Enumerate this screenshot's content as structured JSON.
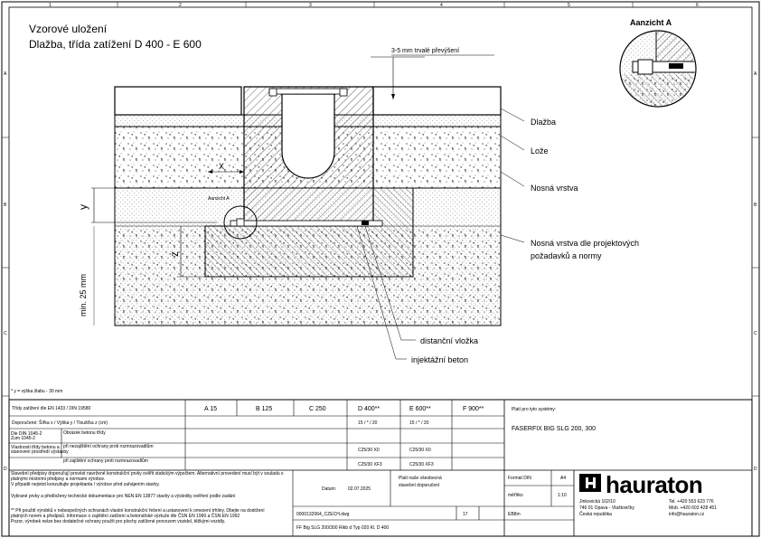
{
  "title": {
    "line1": "Vzorové uložení",
    "line2": "Dlažba, třída zatížení D 400 - E 600"
  },
  "detail": {
    "title": "Aanzicht A",
    "small_label": "Aanzicht A"
  },
  "frame": {
    "col_numbers": [
      "1",
      "2",
      "3",
      "4",
      "5",
      "6"
    ],
    "row_letters": [
      "A",
      "B",
      "C",
      "D"
    ]
  },
  "labels": {
    "overheight": "3-5 mm trvalé převýšení",
    "dlazba": "Dlažba",
    "loze": "Lože",
    "nosna": "Nosná vrstva",
    "nosna_proj_1": "Nosná vrstva dle projektových",
    "nosna_proj_2": "požadavků a normy",
    "distancni": "distanční vložka",
    "injektazni": "injektážní beton",
    "min25": "min. 25 mm",
    "x": "X",
    "y": "y",
    "z": "z",
    "footnote": "* y = výška žlabu - 30 mm"
  },
  "table": {
    "class_label": "Třídy zatížení dle EN 1433 / DIN 19580",
    "classes": [
      "A 15",
      "B 125",
      "C 250",
      "D 400**",
      "E 600**",
      "F 900**"
    ],
    "dimension_label": "Doporučené: Šířka x / Výška y / Tloušťka z (cm)",
    "dims": [
      "15 / * / 20",
      "15 / * / 20"
    ],
    "row_a_left_1": "Dle DIN 1045-2",
    "row_a_left_2": "Zum 1045-2",
    "row_a_note": "Obrázek betonu třídy",
    "row_b_left_1": "Vlastnosti třídy betonu a",
    "row_b_left_2": "stanovení prostředí výstavby",
    "row_b_note": "při nezajištění ochrany proti rozmrazovadlům",
    "row_b_vals": [
      "C25/30 X0",
      "C25/30 X0"
    ],
    "row_c_note": "při zajištění ochrany proti rozmrazovadlům",
    "row_c_vals": [
      "C25/30 XF3",
      "C25/30 XF3"
    ],
    "system_label": "Platí pro tyto systémy:",
    "system_value": "FASERFIX BIG SLG 200, 300",
    "notes": [
      "Stavební předpisy doporučují provést navržené konstrukční prvky ověřit statickým výpočtem. Alternativní provedení musí být v souladu s",
      "platnými místními předpisy a normami výrobce.",
      "V případě nejistot konzultujte projektanta / výrobce před zahájením stavby.",
      "Vybrané prvky a předloženy technické dokumentace pro NEN EN 13877 stavby a výsledky ověření podle zadání",
      "** Při použití výrobků v nebezpečných ochranách vlastní konstrukční řešení a ustanovení k omezení trhliny. Dbejte na dodržení",
      "platných norem a předpisů. Informace o zajištění zatížení a betonářské výztuže dle ČSN EN 1990 a ČSN EN 1992",
      "Pozor, výrobek nelze bez dodatečné ochrany použít pro plochy zatížené provozem vozidel, těžkými vozidly."
    ],
    "datum_label": "Datum:",
    "datum_value": "02.07.2025",
    "validity_1": "Platí naše všeobecná",
    "validity_2": "stavební doporučení",
    "format_label": "Formát DIN",
    "format_value": "A4",
    "scale_label": "měřítko",
    "scale_value": "1:10",
    "drawing_no": "0000132064_CZECH.dwg",
    "sheet": "17",
    "author": "EB8m",
    "file": "FF Big SLG 200/300 Rikb d Typ 020 Kl. D 400"
  },
  "company": {
    "name": "hauraton",
    "addr1": "Jinkovická 102/10",
    "addr2": "746 01 Opava - Vlaštovičky",
    "addr3": "Česká republika",
    "tel": "Tel. +420 553 623 776",
    "mob": "Mob. +420 603 428 451",
    "email": "info@hauraton.cz"
  }
}
